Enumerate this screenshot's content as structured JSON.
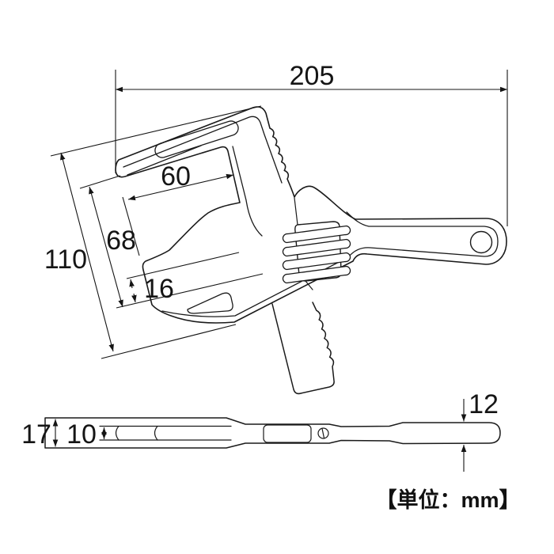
{
  "diagram": {
    "unit_note": "【単位：mm】",
    "dimensions": {
      "overall_length": "205",
      "jaw_depth": "60",
      "head_inner_height": "68",
      "head_height": "110",
      "jaw_step": "16",
      "side_total_height": "17",
      "side_inner_height": "10",
      "handle_thickness": "12"
    },
    "colors": {
      "line": "#1a1a1a",
      "background": "#ffffff"
    }
  }
}
